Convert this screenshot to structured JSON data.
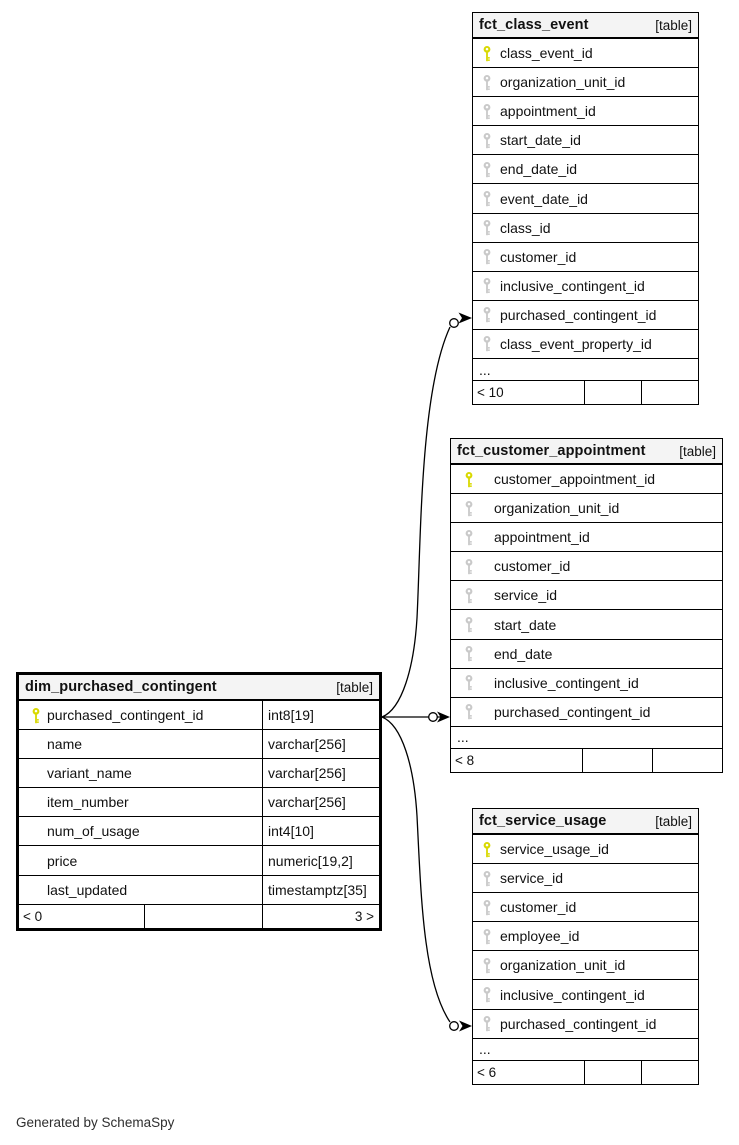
{
  "page": {
    "generated_by": "Generated by SchemaSpy"
  },
  "colors": {
    "primary_key": "#d9d900",
    "foreign_key": "#c9c9c9",
    "header_bg": "#f4f4f4",
    "border": "#000000"
  },
  "tables": [
    {
      "id": "fct_class_event",
      "title": "fct_class_event",
      "badge": "[table]",
      "columns": [
        {
          "name": "class_event_id",
          "key": "pk"
        },
        {
          "name": "organization_unit_id",
          "key": "fk"
        },
        {
          "name": "appointment_id",
          "key": "fk"
        },
        {
          "name": "start_date_id",
          "key": "fk"
        },
        {
          "name": "end_date_id",
          "key": "fk"
        },
        {
          "name": "event_date_id",
          "key": "fk"
        },
        {
          "name": "class_id",
          "key": "fk"
        },
        {
          "name": "customer_id",
          "key": "fk"
        },
        {
          "name": "inclusive_contingent_id",
          "key": "fk"
        },
        {
          "name": "purchased_contingent_id",
          "key": "fk"
        },
        {
          "name": "class_event_property_id",
          "key": "fk"
        }
      ],
      "ellipsis": "...",
      "footer": {
        "left": "< 10",
        "mid": "",
        "right": ""
      }
    },
    {
      "id": "fct_customer_appointment",
      "title": "fct_customer_appointment",
      "badge": "[table]",
      "columns": [
        {
          "name": "customer_appointment_id",
          "key": "pk"
        },
        {
          "name": "organization_unit_id",
          "key": "fk"
        },
        {
          "name": "appointment_id",
          "key": "fk"
        },
        {
          "name": "customer_id",
          "key": "fk"
        },
        {
          "name": "service_id",
          "key": "fk"
        },
        {
          "name": "start_date",
          "key": "fk"
        },
        {
          "name": "end_date",
          "key": "fk"
        },
        {
          "name": "inclusive_contingent_id",
          "key": "fk"
        },
        {
          "name": "purchased_contingent_id",
          "key": "fk"
        }
      ],
      "ellipsis": "...",
      "footer": {
        "left": "< 8",
        "mid": "",
        "right": ""
      }
    },
    {
      "id": "fct_service_usage",
      "title": "fct_service_usage",
      "badge": "[table]",
      "columns": [
        {
          "name": "service_usage_id",
          "key": "pk"
        },
        {
          "name": "service_id",
          "key": "fk"
        },
        {
          "name": "customer_id",
          "key": "fk"
        },
        {
          "name": "employee_id",
          "key": "fk"
        },
        {
          "name": "organization_unit_id",
          "key": "fk"
        },
        {
          "name": "inclusive_contingent_id",
          "key": "fk"
        },
        {
          "name": "purchased_contingent_id",
          "key": "fk"
        }
      ],
      "ellipsis": "...",
      "footer": {
        "left": "< 6",
        "mid": "",
        "right": ""
      }
    },
    {
      "id": "dim_purchased_contingent",
      "title": "dim_purchased_contingent",
      "badge": "[table]",
      "columns": [
        {
          "name": "purchased_contingent_id",
          "type": "int8[19]",
          "key": "pk"
        },
        {
          "name": "name",
          "type": "varchar[256]",
          "key": ""
        },
        {
          "name": "variant_name",
          "type": "varchar[256]",
          "key": ""
        },
        {
          "name": "item_number",
          "type": "varchar[256]",
          "key": ""
        },
        {
          "name": "num_of_usage",
          "type": "int4[10]",
          "key": ""
        },
        {
          "name": "price",
          "type": "numeric[19,2]",
          "key": ""
        },
        {
          "name": "last_updated",
          "type": "timestamptz[35]",
          "key": ""
        }
      ],
      "footer": {
        "left": "< 0",
        "mid": "",
        "right": "3 >"
      }
    }
  ],
  "relationships": [
    {
      "from": "dim_purchased_contingent.purchased_contingent_id",
      "to": "fct_class_event.purchased_contingent_id"
    },
    {
      "from": "dim_purchased_contingent.purchased_contingent_id",
      "to": "fct_customer_appointment.purchased_contingent_id"
    },
    {
      "from": "dim_purchased_contingent.purchased_contingent_id",
      "to": "fct_service_usage.purchased_contingent_id"
    }
  ]
}
